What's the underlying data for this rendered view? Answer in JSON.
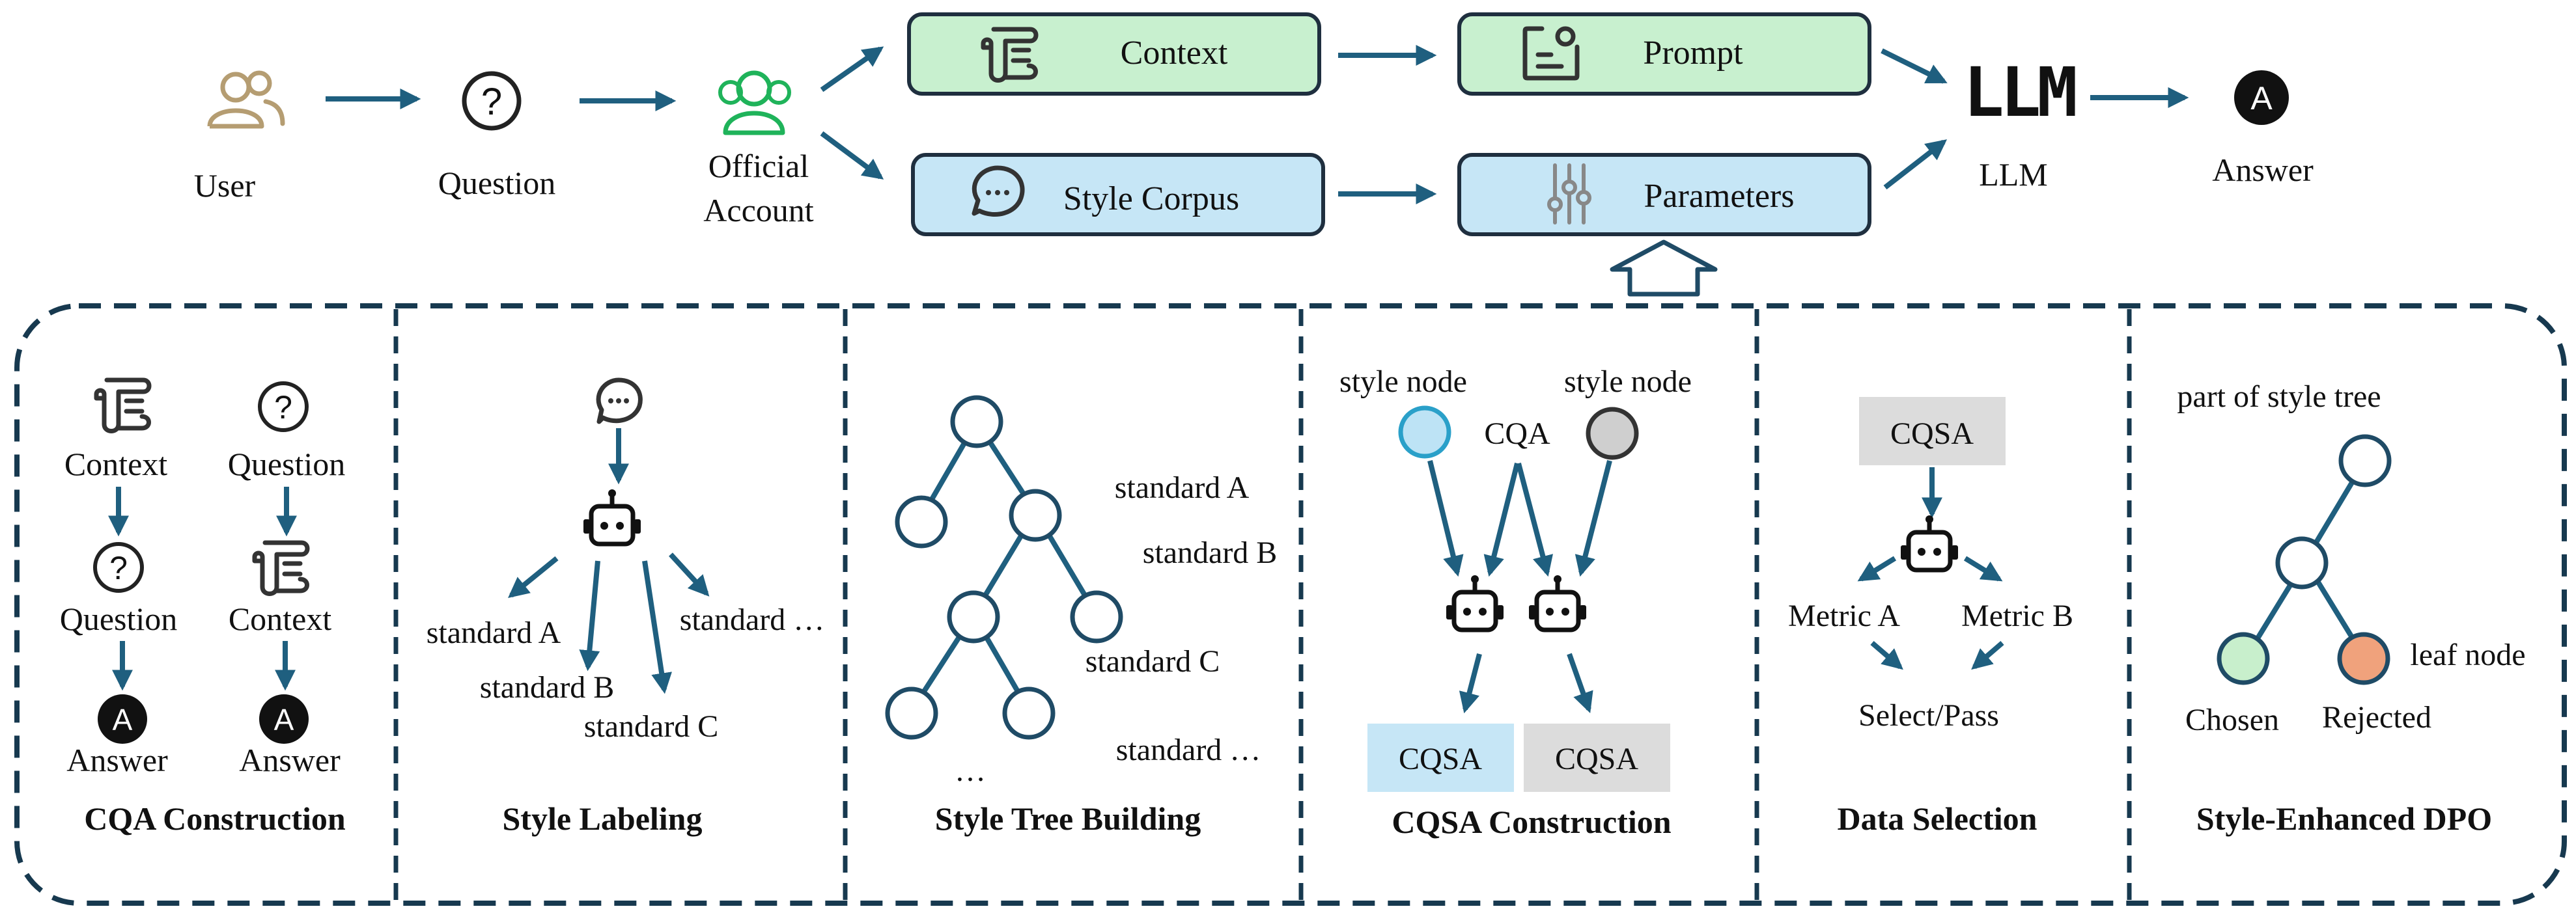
{
  "top": {
    "user": "User",
    "question": "Question",
    "official_line1": "Official",
    "official_line2": "Account",
    "context": "Context",
    "prompt": "Prompt",
    "style_corpus": "Style Corpus",
    "parameters": "Parameters",
    "llm_logo": "LLM",
    "llm": "LLM",
    "answer": "Answer"
  },
  "panels": {
    "cqa": {
      "title": "CQA Construction",
      "left": [
        "Context",
        "Question",
        "Answer"
      ],
      "right": [
        "Question",
        "Context",
        "Answer"
      ]
    },
    "labeling": {
      "title": "Style Labeling",
      "standards": [
        "standard A",
        "standard B",
        "standard C",
        "standard …"
      ]
    },
    "tree": {
      "title": "Style Tree Building",
      "labels": [
        "standard A",
        "standard B",
        "standard C",
        "standard …",
        "…"
      ]
    },
    "cqsa": {
      "title": "CQSA Construction",
      "style_node_left": "style node",
      "style_node_right": "style node",
      "cqa": "CQA",
      "out_left": "CQSA",
      "out_right": "CQSA"
    },
    "selection": {
      "title": "Data Selection",
      "cqsa": "CQSA",
      "metric_a": "Metric A",
      "metric_b": "Metric B",
      "select": "Select/Pass"
    },
    "dpo": {
      "title": "Style-Enhanced DPO",
      "part": "part of style tree",
      "leaf": "leaf node",
      "chosen": "Chosen",
      "rejected": "Rejected"
    }
  },
  "colors": {
    "green_fill": "#c8f0cf",
    "blue_fill": "#c6e6f6",
    "grey_fill": "#dcdcdc",
    "accent": "#1f5f7f",
    "chosen": "#c8efcc",
    "rejected": "#f0a27c",
    "style_blue": "#bde3f5",
    "style_grey": "#cfcfcf"
  }
}
